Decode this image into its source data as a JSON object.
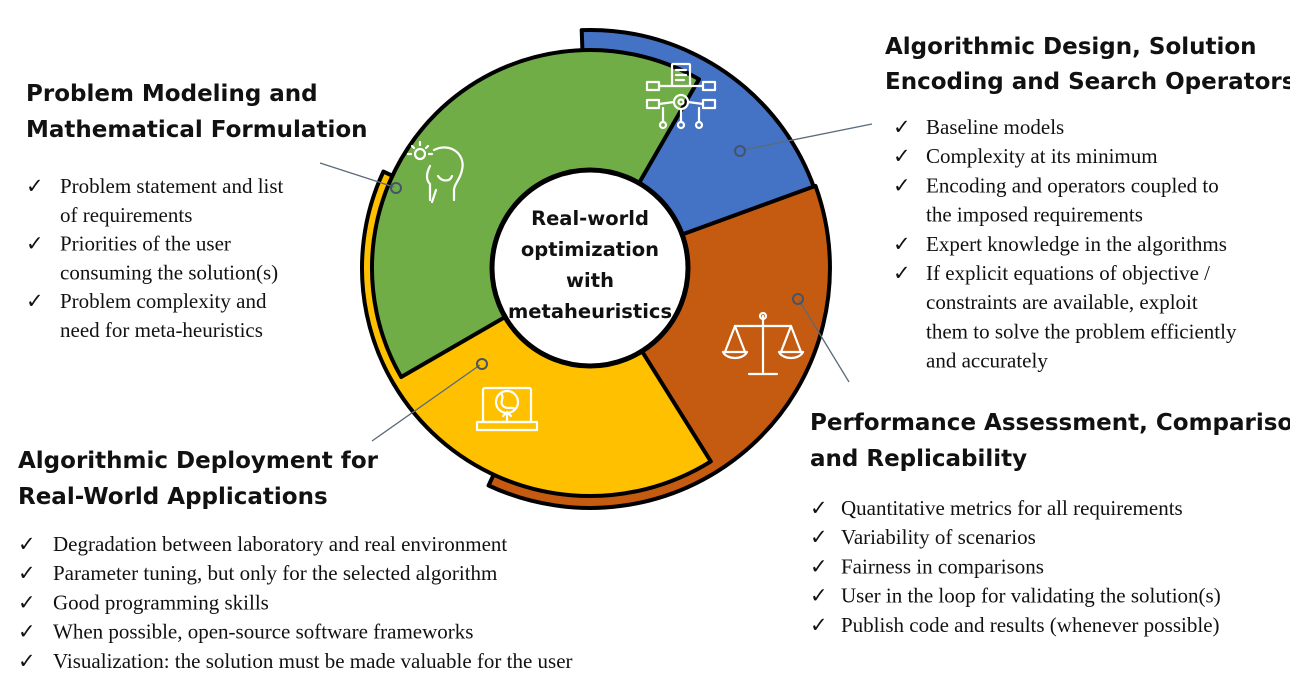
{
  "center": {
    "lines": [
      "Real-world",
      "optimization",
      "with",
      "metaheuristics"
    ]
  },
  "colors": {
    "green": "#70ad47",
    "blue": "#4472c4",
    "orange": "#c55a11",
    "yellow": "#ffc000"
  },
  "check_mark": "✓",
  "sections": {
    "modeling": {
      "title": [
        "Problem Modeling and",
        "Mathematical Formulation"
      ],
      "bullets": [
        [
          "Problem statement and list",
          "of requirements"
        ],
        [
          "Priorities of the user",
          "consuming the solution(s)"
        ],
        [
          "Problem complexity and",
          "need for meta-heuristics"
        ]
      ],
      "icon": "idea-head-icon"
    },
    "design": {
      "title": [
        "Algorithmic Design, Solution",
        "Encoding and Search Operators"
      ],
      "bullets": [
        [
          "Baseline models"
        ],
        [
          "Complexity at its minimum"
        ],
        [
          "Encoding and operators coupled to",
          "the imposed requirements"
        ],
        [
          "Expert knowledge in the algorithms"
        ],
        [
          "If explicit equations of objective /",
          "constraints are available, exploit",
          "them to solve the problem efficiently",
          "and accurately"
        ]
      ],
      "icon": "document-network-icon"
    },
    "assessment": {
      "title": [
        "Performance Assessment, Comparison",
        "and Replicability"
      ],
      "bullets": [
        [
          "Quantitative metrics for all requirements"
        ],
        [
          "Variability of scenarios"
        ],
        [
          "Fairness in comparisons"
        ],
        [
          "User in the loop for validating the solution(s)"
        ],
        [
          "Publish code and results (whenever possible)"
        ]
      ],
      "icon": "balance-scale-icon"
    },
    "deployment": {
      "title": [
        "Algorithmic Deployment for",
        "Real-World Applications"
      ],
      "bullets": [
        [
          "Degradation between laboratory and real environment"
        ],
        [
          "Parameter tuning, but only for the selected algorithm"
        ],
        [
          "Good programming skills"
        ],
        [
          "When possible, open-source software frameworks"
        ],
        [
          "Visualization: the solution must be made valuable for the user"
        ]
      ],
      "icon": "laptop-globe-icon"
    }
  }
}
